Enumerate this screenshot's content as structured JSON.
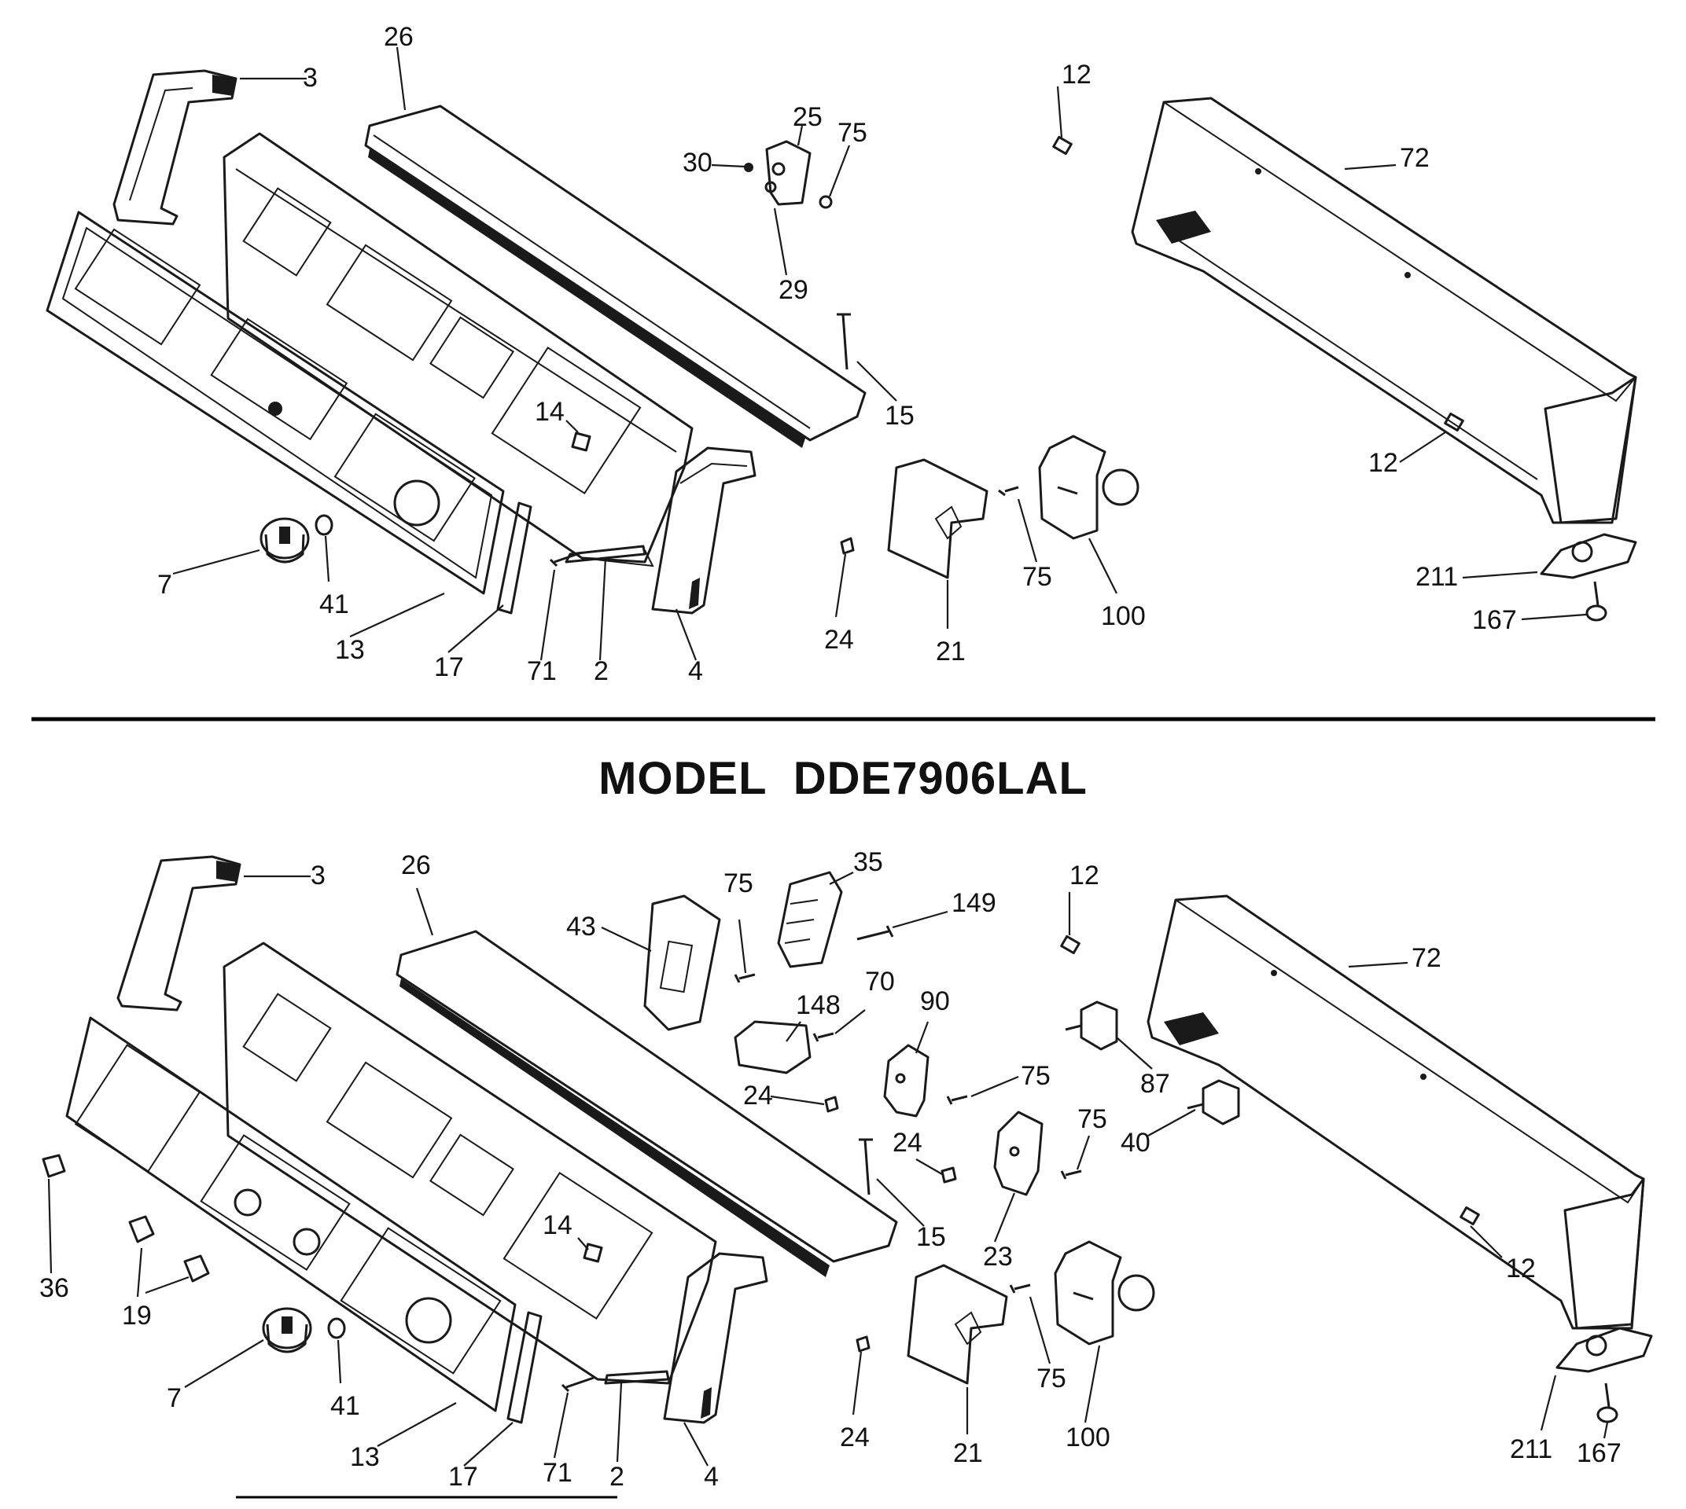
{
  "model_title": "MODEL  DDE7906LAL",
  "top_callouts": [
    "26",
    "3",
    "12",
    "25",
    "30",
    "75",
    "72",
    "29",
    "15",
    "14",
    "12",
    "7",
    "41",
    "13",
    "17",
    "71",
    "2",
    "4",
    "75",
    "24",
    "21",
    "100",
    "211",
    "167"
  ],
  "bottom_callouts": [
    "3",
    "26",
    "35",
    "75",
    "149",
    "12",
    "43",
    "72",
    "148",
    "70",
    "90",
    "24",
    "75",
    "87",
    "75",
    "24",
    "40",
    "15",
    "36",
    "14",
    "23",
    "12",
    "19",
    "75",
    "7",
    "41",
    "13",
    "17",
    "71",
    "2",
    "4",
    "24",
    "21",
    "100",
    "211",
    "167"
  ]
}
